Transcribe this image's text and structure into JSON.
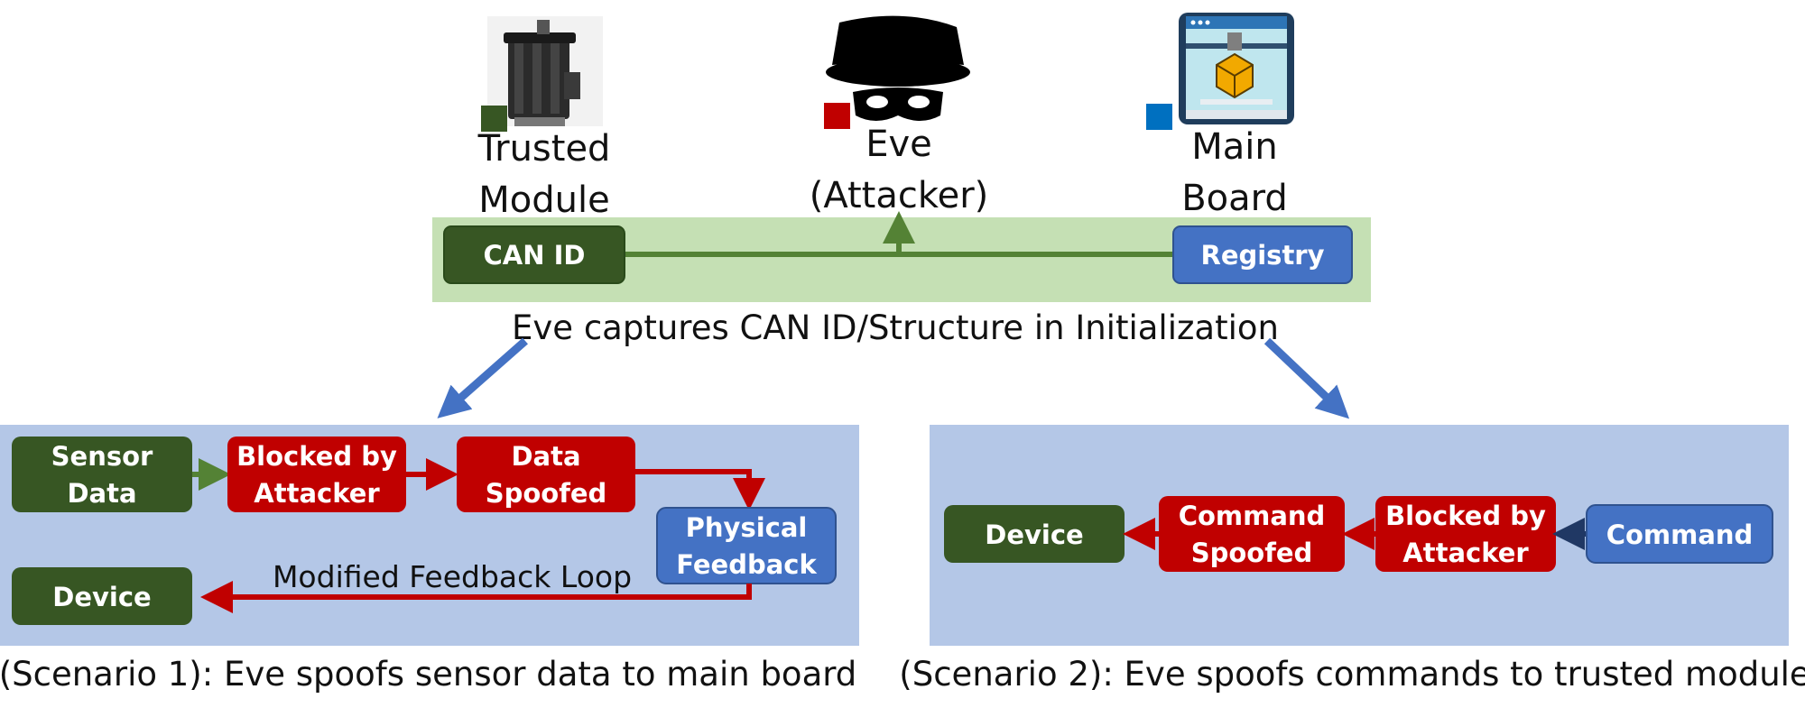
{
  "colors": {
    "green_dark": "#375623",
    "red": "#c00000",
    "blue": "#4472c4",
    "light_green_panel": "#c5e0b4",
    "light_blue_panel": "#b4c7e7",
    "arrow_blue": "#4472c4",
    "arrow_navy": "#203864"
  },
  "actors": {
    "trusted": {
      "line1": "Trusted",
      "line2": "Module",
      "icon": "motor-icon"
    },
    "eve": {
      "line1": "Eve",
      "line2": "(Attacker)",
      "icon": "spy-hat-mask-icon"
    },
    "main": {
      "line1": "Main",
      "line2": "Board",
      "icon": "3d-printer-icon"
    }
  },
  "init": {
    "can_id": "CAN ID",
    "registry": "Registry",
    "caption": "Eve captures CAN ID/Structure in Initialization"
  },
  "scenario1": {
    "sensor": {
      "line1": "Sensor",
      "line2": "Data"
    },
    "blocked": {
      "line1": "Blocked by",
      "line2": "Attacker"
    },
    "spoofed": {
      "line1": "Data",
      "line2": "Spoofed"
    },
    "feedback": {
      "line1": "Physical",
      "line2": "Feedback"
    },
    "device": "Device",
    "loop_label": "Modified Feedback Loop",
    "caption": "(Scenario 1): Eve spoofs sensor data to main board"
  },
  "scenario2": {
    "device": "Device",
    "spoofed": {
      "line1": "Command",
      "line2": "Spoofed"
    },
    "blocked": {
      "line1": "Blocked by",
      "line2": "Attacker"
    },
    "command": "Command",
    "caption": "(Scenario 2): Eve spoofs commands to trusted module"
  }
}
